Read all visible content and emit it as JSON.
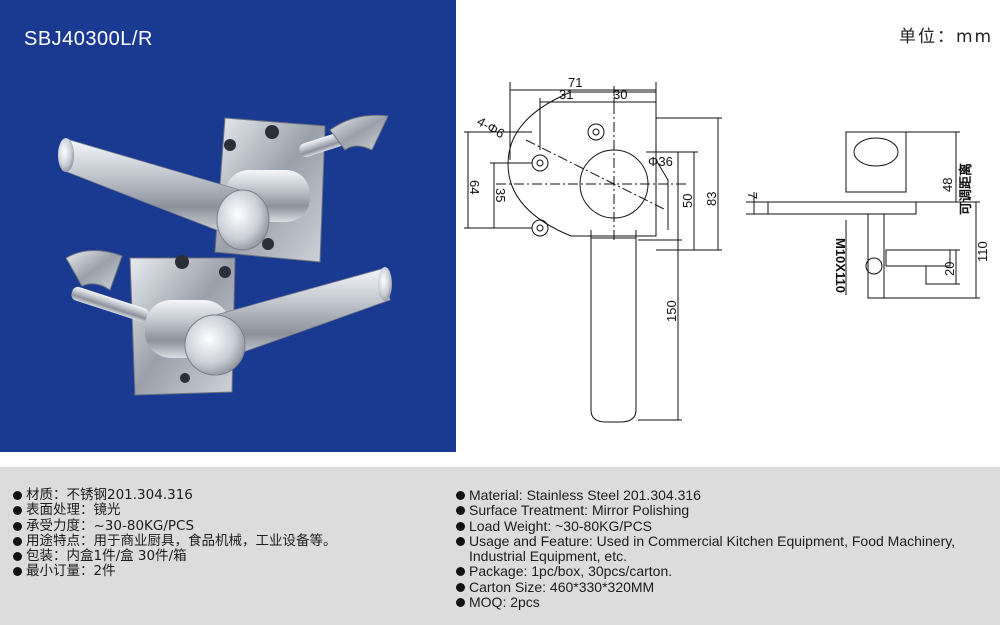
{
  "header": {
    "model_code": "SBJ40300L/R",
    "unit_label": "单位：mm"
  },
  "colors": {
    "photo_background": "#1a3a92",
    "spec_background": "#dcdcdc"
  },
  "drawing": {
    "front": {
      "dim_width_total": "71",
      "dim_width_left": "31",
      "dim_width_right": "30",
      "dim_hole": "4-Φ6",
      "dim_boss": "Φ36",
      "dim_height_64": "64",
      "dim_height_35": "35",
      "dim_height_50": "50",
      "dim_height_83": "83",
      "dim_handle_length": "150"
    },
    "side": {
      "dim_plate": "7",
      "dim_adjustable": "48",
      "label_adjustable": "可调距离",
      "dim_110": "110",
      "dim_20": "20",
      "thread_label": "M10X110"
    }
  },
  "specs_zh": [
    "材质：不锈钢201.304.316",
    "表面处理：镜光",
    "承受力度：~30-80KG/PCS",
    "用途特点：用于商业厨具，食品机械，工业设备等。",
    "包装：内盒1件/盒 30件/箱",
    "最小订量：2件"
  ],
  "specs_en": [
    "Material: Stainless Steel 201.304.316",
    "Surface Treatment: Mirror Polishing",
    "Load Weight: ~30-80KG/PCS",
    "Usage and Feature: Used in Commercial Kitchen Equipment, Food Machinery, Industrial Equipment, etc.",
    "Package: 1pc/box, 30pcs/carton.",
    "Carton Size: 460*330*320MM",
    "MOQ: 2pcs"
  ]
}
